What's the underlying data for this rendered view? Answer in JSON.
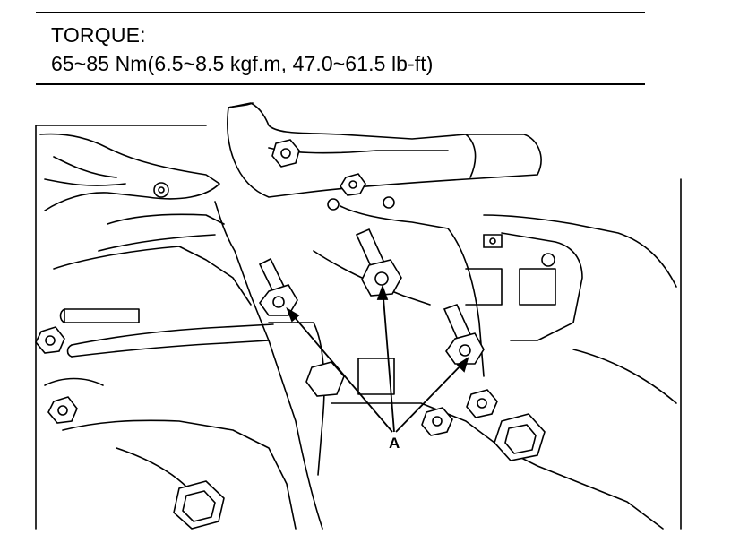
{
  "header": {
    "label": "TORQUE:",
    "spec": "65~85 Nm(6.5~8.5 kgf.m, 47.0~61.5 lb-ft)"
  },
  "figure": {
    "callout": "A"
  }
}
